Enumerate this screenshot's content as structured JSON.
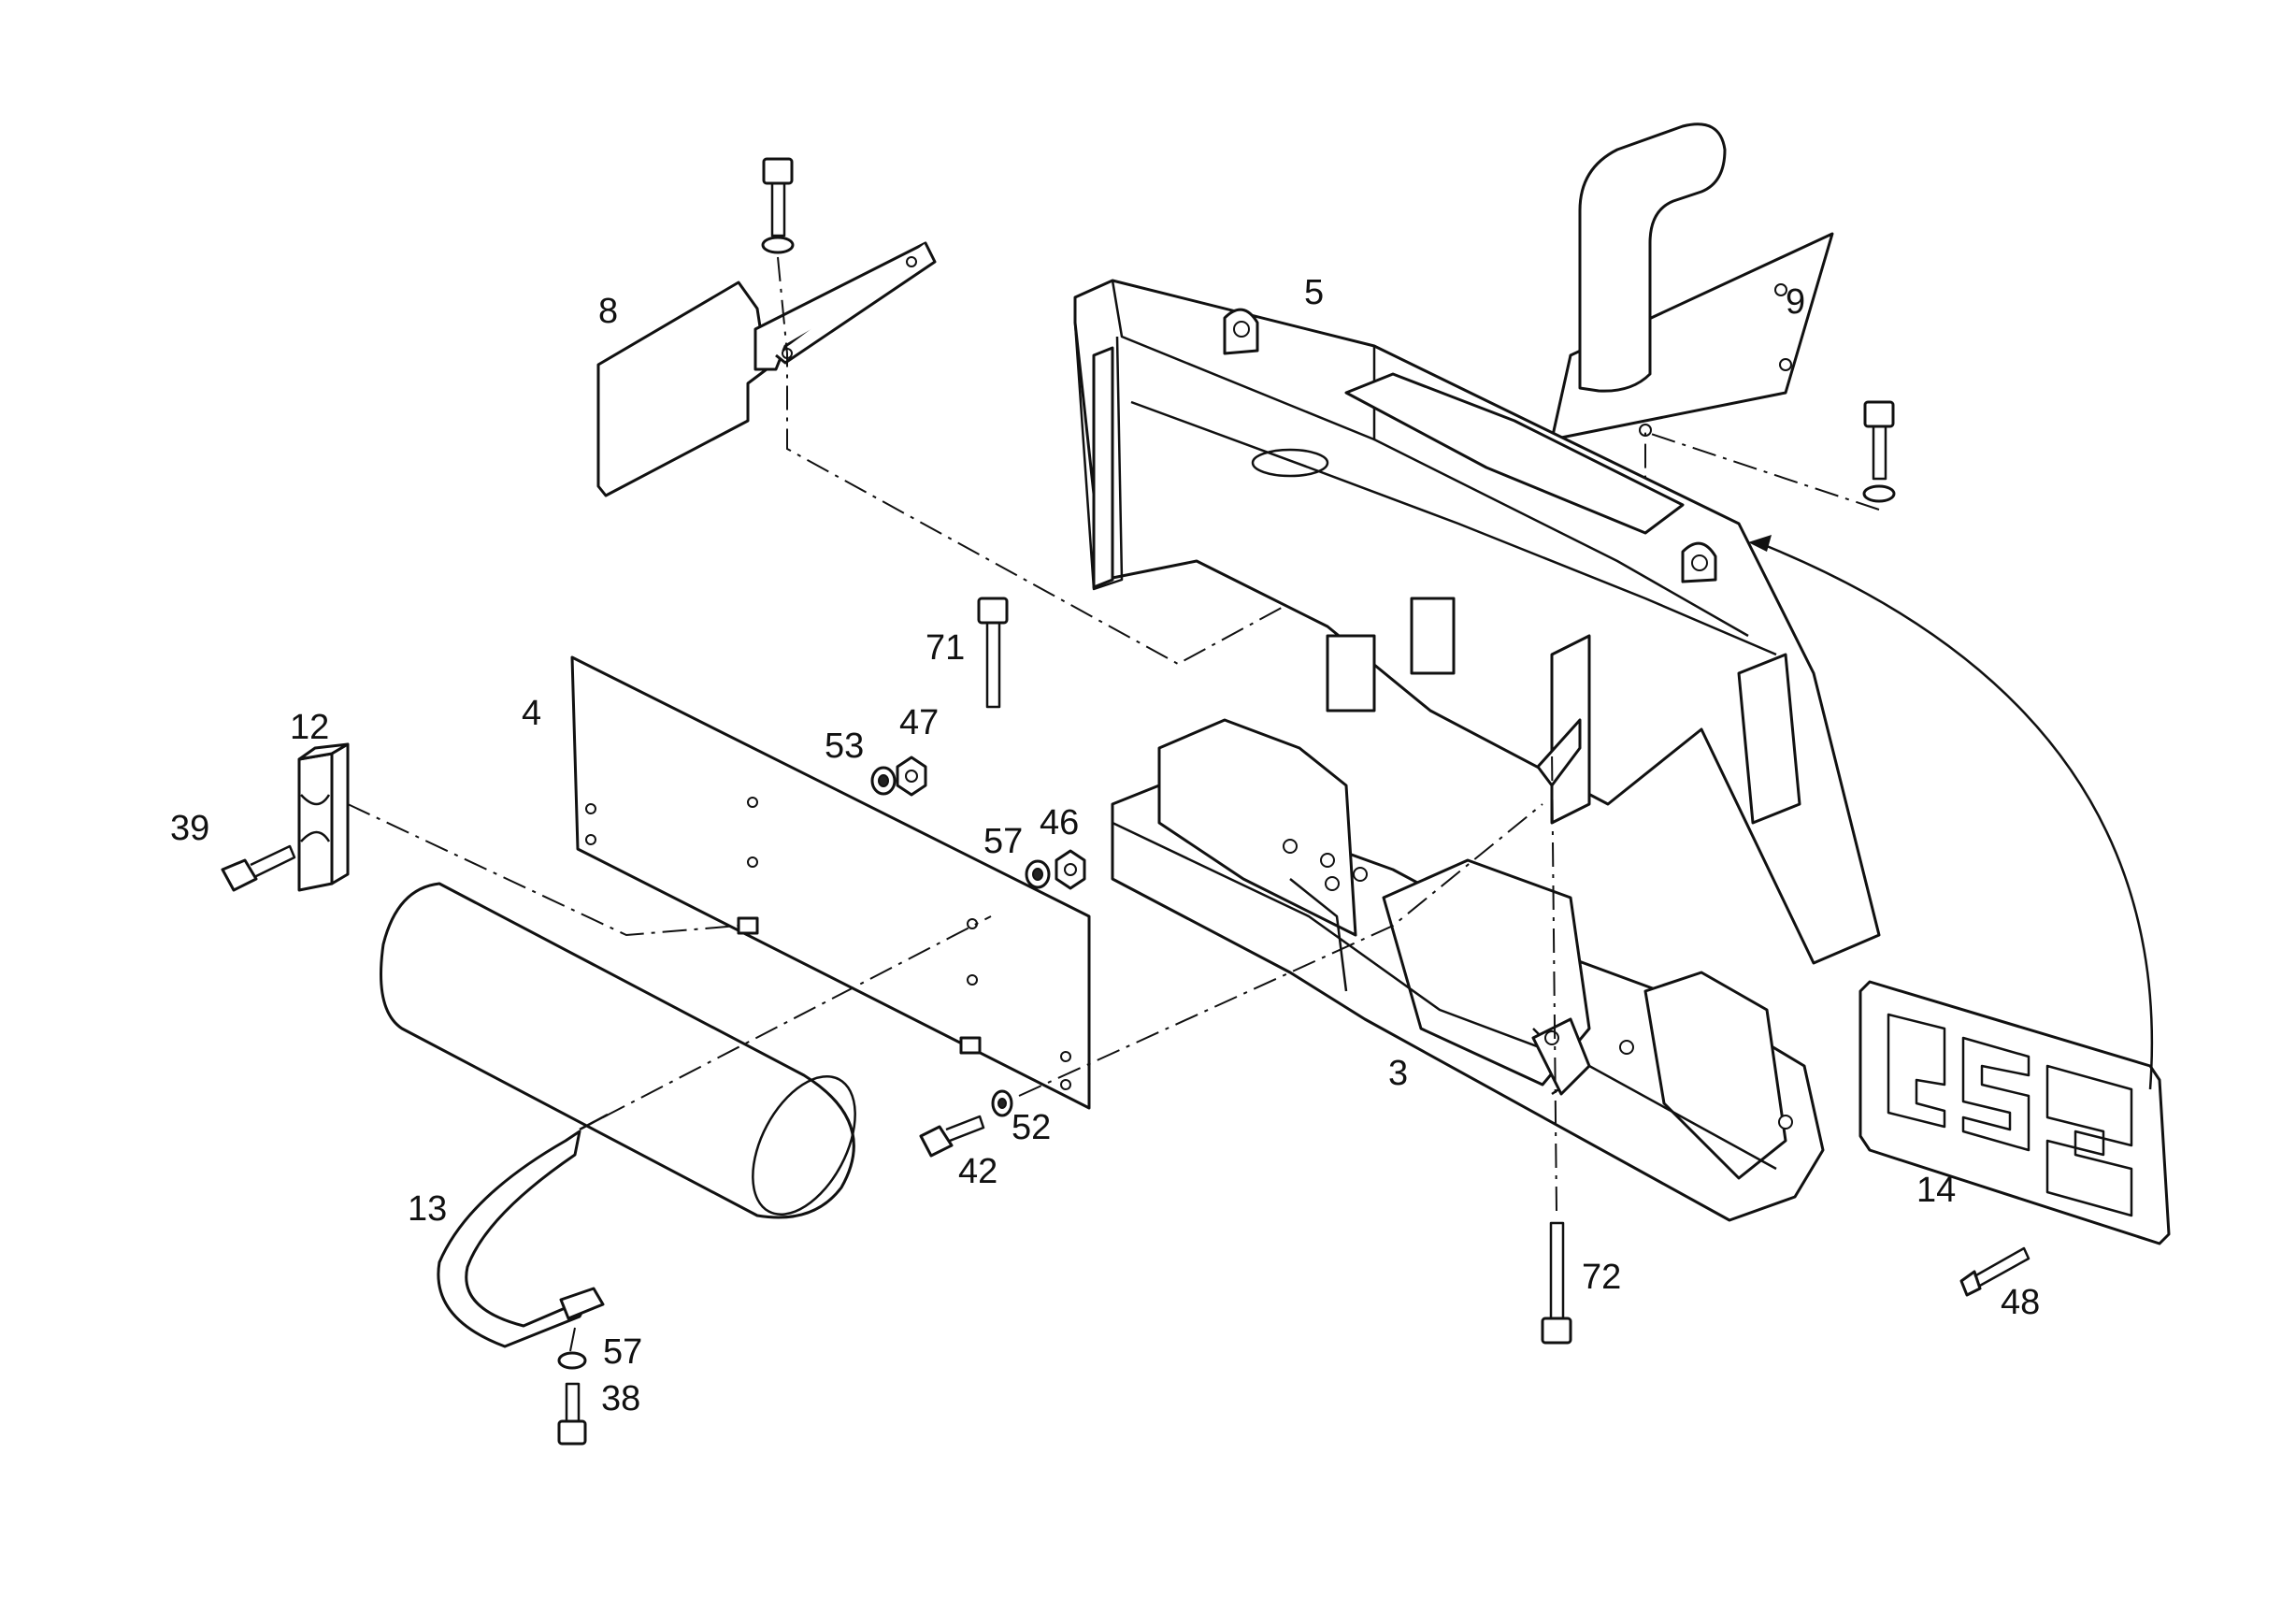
{
  "callouts": {
    "c3": "3",
    "c4": "4",
    "c5": "5",
    "c8": "8",
    "c9": "9",
    "c12": "12",
    "c13": "13",
    "c14": "14",
    "c38": "38",
    "c39": "39",
    "c42": "42",
    "c46": "46",
    "c47": "47",
    "c48": "48",
    "c52": "52",
    "c53": "53",
    "c57a": "57",
    "c57b": "57",
    "c71": "71",
    "c72": "72"
  },
  "colors": {
    "line": "#111111",
    "background": "#ffffff"
  }
}
